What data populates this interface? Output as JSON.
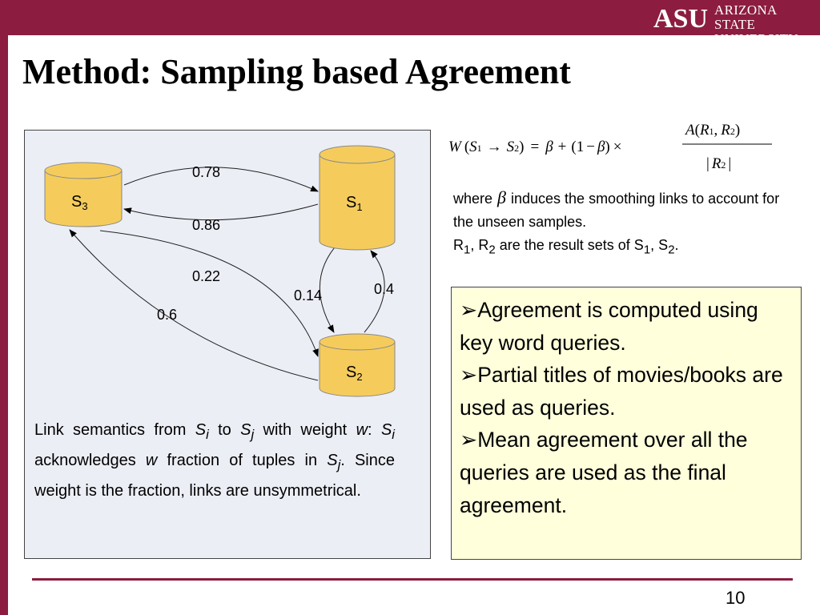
{
  "slide": {
    "title": "Method: Sampling based Agreement",
    "page_number": "10"
  },
  "logo": {
    "abbr": "ASU",
    "name_line1": "ARIZONA STATE",
    "name_line2": "UNIVERSITY"
  },
  "diagram": {
    "nodes": [
      {
        "id": "s3",
        "label": "S",
        "sub": "3"
      },
      {
        "id": "s1",
        "label": "S",
        "sub": "1"
      },
      {
        "id": "s2",
        "label": "S",
        "sub": "2"
      }
    ],
    "edges": [
      {
        "from": "S3",
        "to": "S1",
        "weight": "0.78"
      },
      {
        "from": "S1",
        "to": "S3",
        "weight": "0.86"
      },
      {
        "from": "S3",
        "to": "S2",
        "weight": "0.22"
      },
      {
        "from": "S2",
        "to": "S3",
        "weight": "0.6"
      },
      {
        "from": "S1",
        "to": "S2",
        "weight": "0.14"
      },
      {
        "from": "S2",
        "to": "S1",
        "weight": "0.4"
      }
    ],
    "caption": {
      "t1": "Link semantics from ",
      "si": "S",
      "si_sub": "i",
      "t2": " to ",
      "sj": "S",
      "sj_sub": "j",
      "t3": "  with weight ",
      "w": "w",
      "t4": ": ",
      "si2": "S",
      "si2_sub": "i",
      "t5": " acknowledges ",
      "w2": "w",
      "t6": " fraction of tuples in ",
      "sj2": "S",
      "sj2_sub": "j",
      "t7": ". Since weight is the fraction, links are unsymmetrical."
    }
  },
  "formula": {
    "W": "W",
    "lp": "(",
    "S": "S",
    "sub1": "1",
    "arrow": "→",
    "sub2": "2",
    "rp_eq": ")",
    "eq": "=",
    "beta": "β",
    "plus": "+",
    "one": "(1",
    "minus": "−",
    "beta_rp": ")",
    "times": "×",
    "num_A": "A",
    "num_lp": "(",
    "R": "R",
    "num_rest": ")",
    "den_bar": "|",
    "den_R": "R",
    "den_bar2": "|",
    "comma": ","
  },
  "where": {
    "w1": "where",
    "beta": "β",
    "w2": "induces the smoothing links to account for the unseen samples.",
    "r": "R",
    "r1": "1",
    "sep": ", ",
    "r2": "2",
    "w3": " are the result sets of ",
    "s": "S",
    "s1": "1",
    "s2": "2",
    "end": "."
  },
  "bullets": [
    "Agreement is computed using key word queries.",
    "Partial titles of movies/books are used as queries.",
    "Mean agreement  over all the queries are used as the final agreement."
  ],
  "colors": {
    "brand": "#8c1d40",
    "node_fill": "#f5cc5c",
    "diagram_bg": "#eceef6",
    "bullet_bg": "#ffffdc"
  }
}
